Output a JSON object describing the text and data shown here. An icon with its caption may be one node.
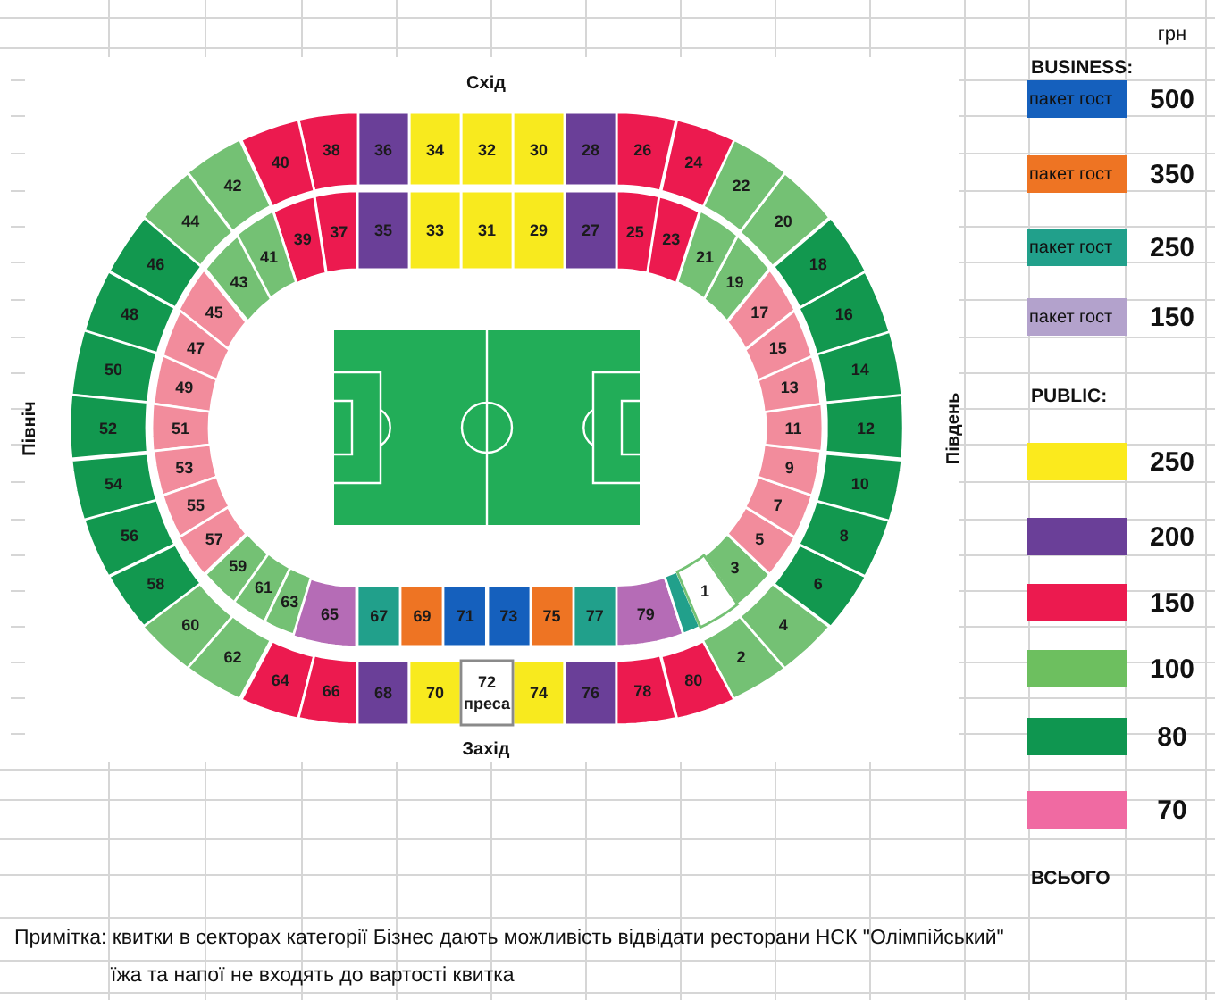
{
  "diagram": {
    "nodes": [
      {
        "text": [
          "1"
        ]
      },
      {
        "text": [
          "2"
        ]
      },
      {
        "text": [
          "3"
        ]
      },
      {
        "text": [
          "4"
        ]
      },
      {
        "text": [
          "5"
        ]
      },
      {
        "text": [
          "6"
        ]
      },
      {
        "text": [
          "7"
        ]
      },
      {
        "text": [
          "8"
        ]
      },
      {
        "text": [
          "9"
        ]
      },
      {
        "text": [
          "10"
        ]
      },
      {
        "text": [
          "11"
        ]
      },
      {
        "text": [
          "12"
        ]
      },
      {
        "text": [
          "13"
        ]
      },
      {
        "text": [
          "14"
        ]
      },
      {
        "text": [
          "15"
        ]
      },
      {
        "text": [
          "16"
        ]
      },
      {
        "text": [
          "17"
        ]
      },
      {
        "text": [
          "18"
        ]
      },
      {
        "text": [
          "19"
        ]
      },
      {
        "text": [
          "20"
        ]
      },
      {
        "text": [
          "21"
        ]
      },
      {
        "text": [
          "22"
        ]
      },
      {
        "text": [
          "23"
        ]
      },
      {
        "text": [
          "24"
        ]
      },
      {
        "text": [
          "25"
        ]
      },
      {
        "text": [
          "26"
        ]
      },
      {
        "text": [
          "27"
        ]
      },
      {
        "text": [
          "28"
        ]
      },
      {
        "text": [
          "29"
        ]
      },
      {
        "text": [
          "30"
        ]
      },
      {
        "text": [
          "31"
        ]
      },
      {
        "text": [
          "32"
        ]
      },
      {
        "text": [
          "33"
        ]
      },
      {
        "text": [
          "34"
        ]
      },
      {
        "text": [
          "35"
        ]
      },
      {
        "text": [
          "36"
        ]
      },
      {
        "text": [
          "37"
        ]
      },
      {
        "text": [
          "38"
        ]
      },
      {
        "text": [
          "39"
        ]
      },
      {
        "text": [
          "40"
        ]
      },
      {
        "text": [
          "41"
        ]
      },
      {
        "text": [
          "42"
        ]
      },
      {
        "text": [
          "43"
        ]
      },
      {
        "text": [
          "44"
        ]
      },
      {
        "text": [
          "45"
        ]
      },
      {
        "text": [
          "46"
        ]
      },
      {
        "text": [
          "47"
        ]
      },
      {
        "text": [
          "48"
        ]
      },
      {
        "text": [
          "49"
        ]
      },
      {
        "text": [
          "50"
        ]
      },
      {
        "text": [
          "51"
        ]
      },
      {
        "text": [
          "52"
        ]
      },
      {
        "text": [
          "53"
        ]
      },
      {
        "text": [
          "54"
        ]
      },
      {
        "text": [
          "55"
        ]
      },
      {
        "text": [
          "56"
        ]
      },
      {
        "text": [
          "57"
        ]
      },
      {
        "text": [
          "58"
        ]
      },
      {
        "text": [
          "59"
        ]
      },
      {
        "text": [
          "60"
        ]
      },
      {
        "text": [
          "61"
        ]
      },
      {
        "text": [
          "62"
        ]
      },
      {
        "text": [
          "63"
        ]
      },
      {
        "text": [
          "64"
        ]
      },
      {
        "text": [
          "65"
        ]
      },
      {
        "text": [
          "66"
        ]
      },
      {
        "text": [
          "67"
        ]
      },
      {
        "text": [
          "68"
        ]
      },
      {
        "text": [
          "69"
        ]
      },
      {
        "text": [
          "70"
        ]
      },
      {
        "text": [
          "71"
        ]
      },
      {
        "text": [
          "72",
          "преса"
        ]
      },
      {
        "text": [
          "73"
        ]
      },
      {
        "text": [
          "74"
        ]
      },
      {
        "text": [
          "75"
        ]
      },
      {
        "text": [
          "76"
        ]
      },
      {
        "text": [
          "77"
        ]
      },
      {
        "text": [
          "78"
        ]
      },
      {
        "text": [
          "79"
        ]
      },
      {
        "text": [
          "80"
        ]
      },
      {
        "text": [],
        "shape": "bar"
      }
    ],
    "labels": [
      "Схід",
      "Північ",
      "Південь",
      "Захід",
      "грн",
      "BUSINESS:",
      "пакет гост",
      "пакет гост",
      "пакет гост",
      "пакет гост",
      "PUBLIC:",
      "ВСЬОГО",
      "Примітка: квитки в секторах категорії Бізнес дають можливість відвідати ресторани НСК \"Олімпійський\"",
      "їжа та напої не входять до вартості квитка"
    ],
    "legend": [
      {
        "text": "500",
        "color": "#1560bd"
      },
      {
        "text": "350",
        "color": "#ee7423"
      },
      {
        "text": "250",
        "color": "#21a08b"
      },
      {
        "text": "150",
        "color": "#b3a2cc"
      },
      {
        "text": "250",
        "color": "#fbea1d"
      },
      {
        "text": "200",
        "color": "#6a3f98"
      },
      {
        "text": "150",
        "color": "#ec1a4f"
      },
      {
        "text": "100",
        "color": "#6dbf5f"
      },
      {
        "text": "80",
        "color": "#0f9650"
      },
      {
        "text": "70",
        "color": "#f06aa2"
      }
    ]
  }
}
